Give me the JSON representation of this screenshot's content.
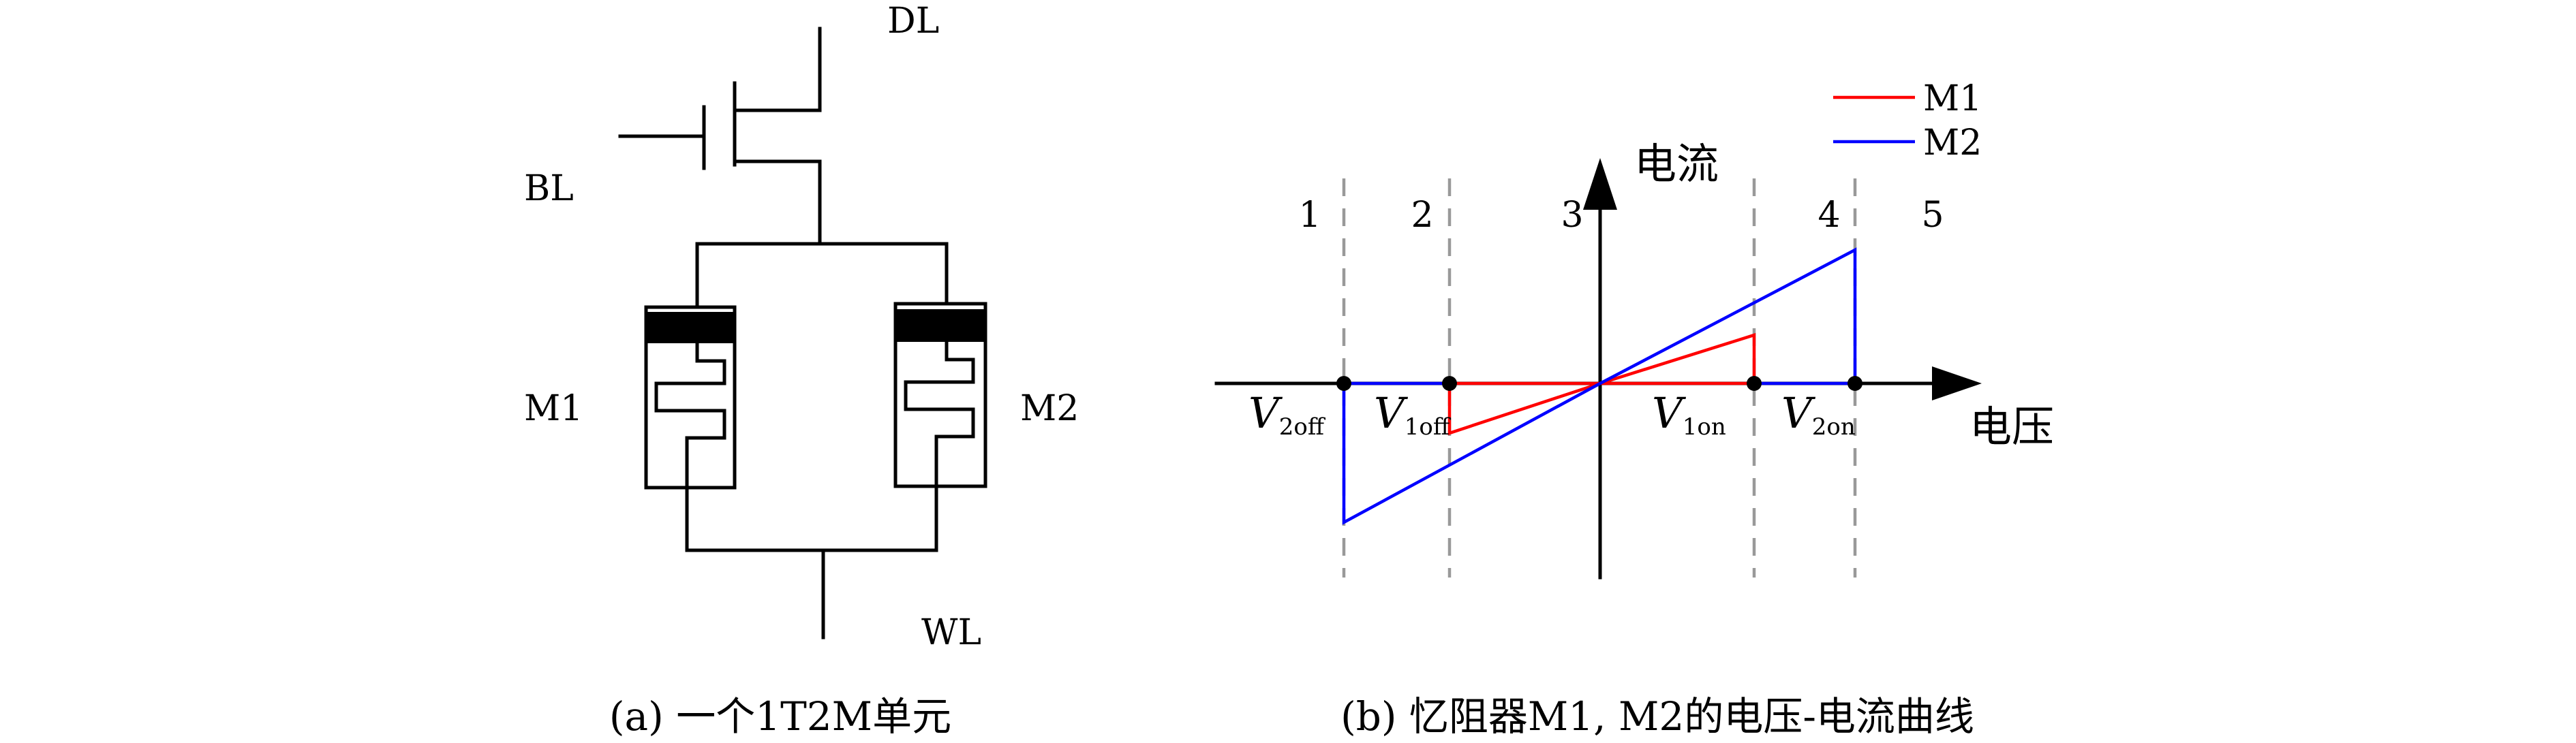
{
  "circuit": {
    "dl_label": "DL",
    "bl_label": "BL",
    "wl_label": "WL",
    "m1_label": "M1",
    "m2_label": "M2",
    "caption": "(a) 一个1T2M单元"
  },
  "plot": {
    "y_axis_label": "电流",
    "x_axis_label": "电压",
    "regions": [
      "1",
      "2",
      "3",
      "4",
      "5"
    ],
    "v2off": {
      "main": "V",
      "sub": "2off"
    },
    "v1off": {
      "main": "V",
      "sub": "1off"
    },
    "v1on": {
      "main": "V",
      "sub": "1on"
    },
    "v2on": {
      "main": "V",
      "sub": "2on"
    },
    "legend": [
      {
        "name": "M1",
        "color": "#ff0000"
      },
      {
        "name": "M2",
        "color": "#0000ff"
      }
    ],
    "caption": "(b) 忆阻器M1, M2的电压-电流曲线"
  },
  "colors": {
    "m1": "#ff0000",
    "m2": "#0000ff",
    "wire": "#000000",
    "guide": "#999999"
  }
}
